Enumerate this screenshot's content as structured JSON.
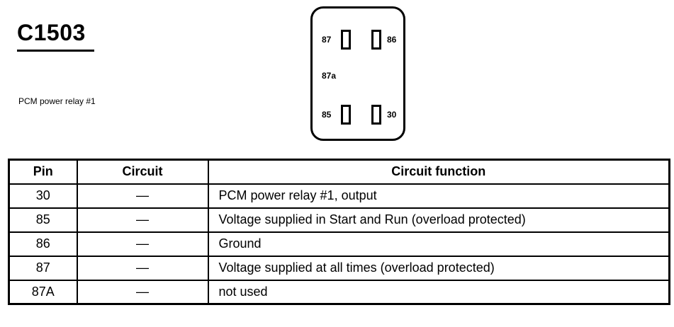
{
  "connector": {
    "id": "C1503",
    "description": "PCM power relay #1"
  },
  "relay_face": {
    "pin_87": "87",
    "pin_86": "86",
    "pin_87a": "87a",
    "pin_85": "85",
    "pin_30": "30"
  },
  "table": {
    "headers": {
      "pin": "Pin",
      "circuit": "Circuit",
      "function": "Circuit function"
    },
    "rows": [
      {
        "pin": "30",
        "circuit": "—",
        "function": "PCM power relay #1, output"
      },
      {
        "pin": "85",
        "circuit": "—",
        "function": "Voltage supplied in Start and Run (overload protected)"
      },
      {
        "pin": "86",
        "circuit": "—",
        "function": "Ground"
      },
      {
        "pin": "87",
        "circuit": "—",
        "function": "Voltage supplied at all times (overload protected)"
      },
      {
        "pin": "87A",
        "circuit": "—",
        "function": "not used"
      }
    ]
  }
}
